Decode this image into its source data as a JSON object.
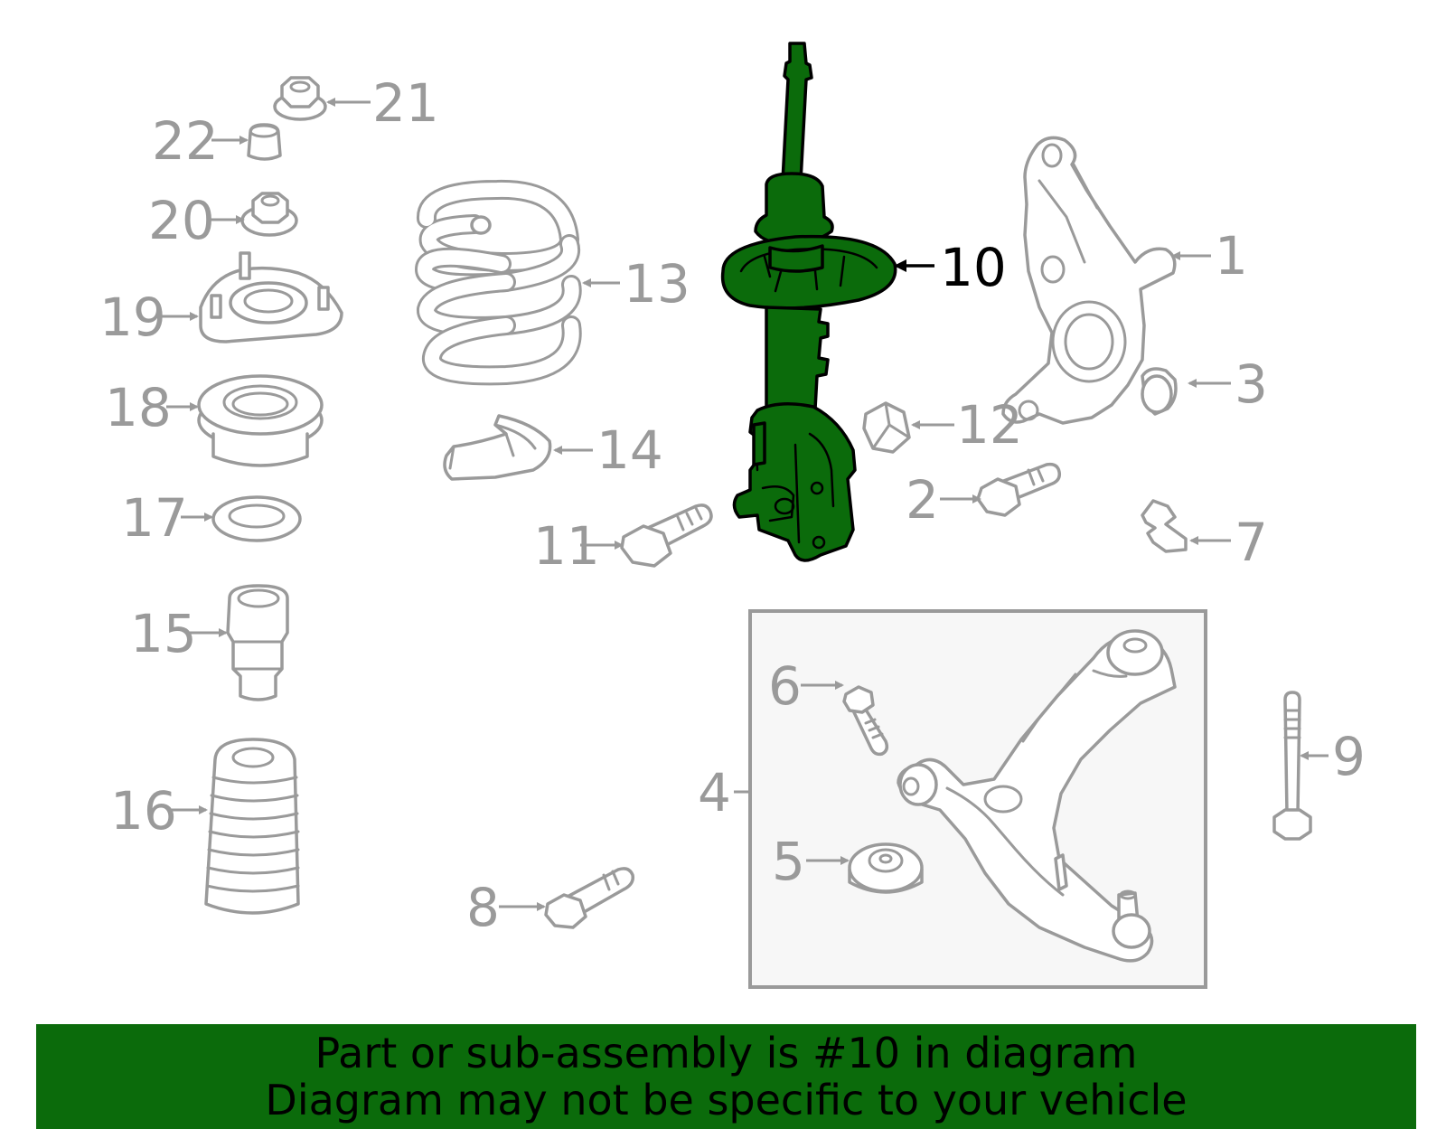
{
  "diagram": {
    "highlighted_part": "10",
    "callouts": [
      {
        "id": "p1",
        "label": "1"
      },
      {
        "id": "p2",
        "label": "2"
      },
      {
        "id": "p3",
        "label": "3"
      },
      {
        "id": "p4",
        "label": "4"
      },
      {
        "id": "p5",
        "label": "5"
      },
      {
        "id": "p6",
        "label": "6"
      },
      {
        "id": "p7",
        "label": "7"
      },
      {
        "id": "p8",
        "label": "8"
      },
      {
        "id": "p9",
        "label": "9"
      },
      {
        "id": "p10",
        "label": "10"
      },
      {
        "id": "p11",
        "label": "11"
      },
      {
        "id": "p12",
        "label": "12"
      },
      {
        "id": "p13",
        "label": "13"
      },
      {
        "id": "p14",
        "label": "14"
      },
      {
        "id": "p15",
        "label": "15"
      },
      {
        "id": "p16",
        "label": "16"
      },
      {
        "id": "p17",
        "label": "17"
      },
      {
        "id": "p18",
        "label": "18"
      },
      {
        "id": "p19",
        "label": "19"
      },
      {
        "id": "p20",
        "label": "20"
      },
      {
        "id": "p21",
        "label": "21"
      },
      {
        "id": "p22",
        "label": "22"
      }
    ]
  },
  "colors": {
    "highlight": "#0b6b0b",
    "part_line": "#9a9a9a",
    "highlight_line": "#000000",
    "banner_bg": "#0b6b0b"
  },
  "banner": {
    "line1": "Part or sub-assembly is #10 in diagram",
    "line2": "Diagram may not be specific to your vehicle"
  }
}
